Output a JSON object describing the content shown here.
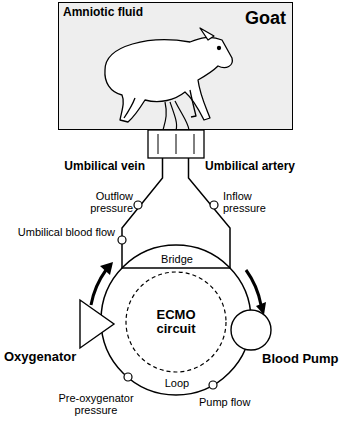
{
  "diagram": {
    "nodes": [
      {
        "text": [
          "Amniotic fluid",
          "Goat"
        ]
      },
      {
        "text": [
          "ECMO circuit"
        ]
      },
      {
        "text": [
          "Oxygenator"
        ]
      },
      {
        "text": [
          "Blood Pump"
        ]
      }
    ],
    "edges": [
      {
        "from": 1,
        "to": 0,
        "arrow": "none"
      },
      {
        "from": 0,
        "to": 1,
        "arrow": "none"
      }
    ],
    "labels": [
      "Umbilical vein",
      "Umbilical artery",
      "Outflow pressure",
      "Inflow pressure",
      "Umbilical blood flow",
      "Bridge",
      "Loop",
      "Pre-oxygenator pressure",
      "Pump flow"
    ]
  }
}
